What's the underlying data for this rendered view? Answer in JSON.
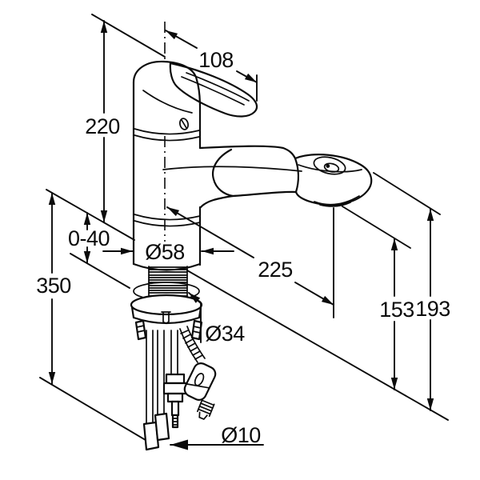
{
  "drawing": {
    "background_color": "#ffffff",
    "line_color": "#0b0b0b",
    "dimension_labels": {
      "handle_offset": "108",
      "total_height": "220",
      "mounting_thickness": "0-40",
      "base_diameter": "Ø58",
      "spout_reach": "225",
      "clearance_below": "350",
      "outlet_height": "153",
      "spout_top_height": "193",
      "shank_diameter": "Ø34",
      "pipe_diameter": "Ø10"
    }
  }
}
